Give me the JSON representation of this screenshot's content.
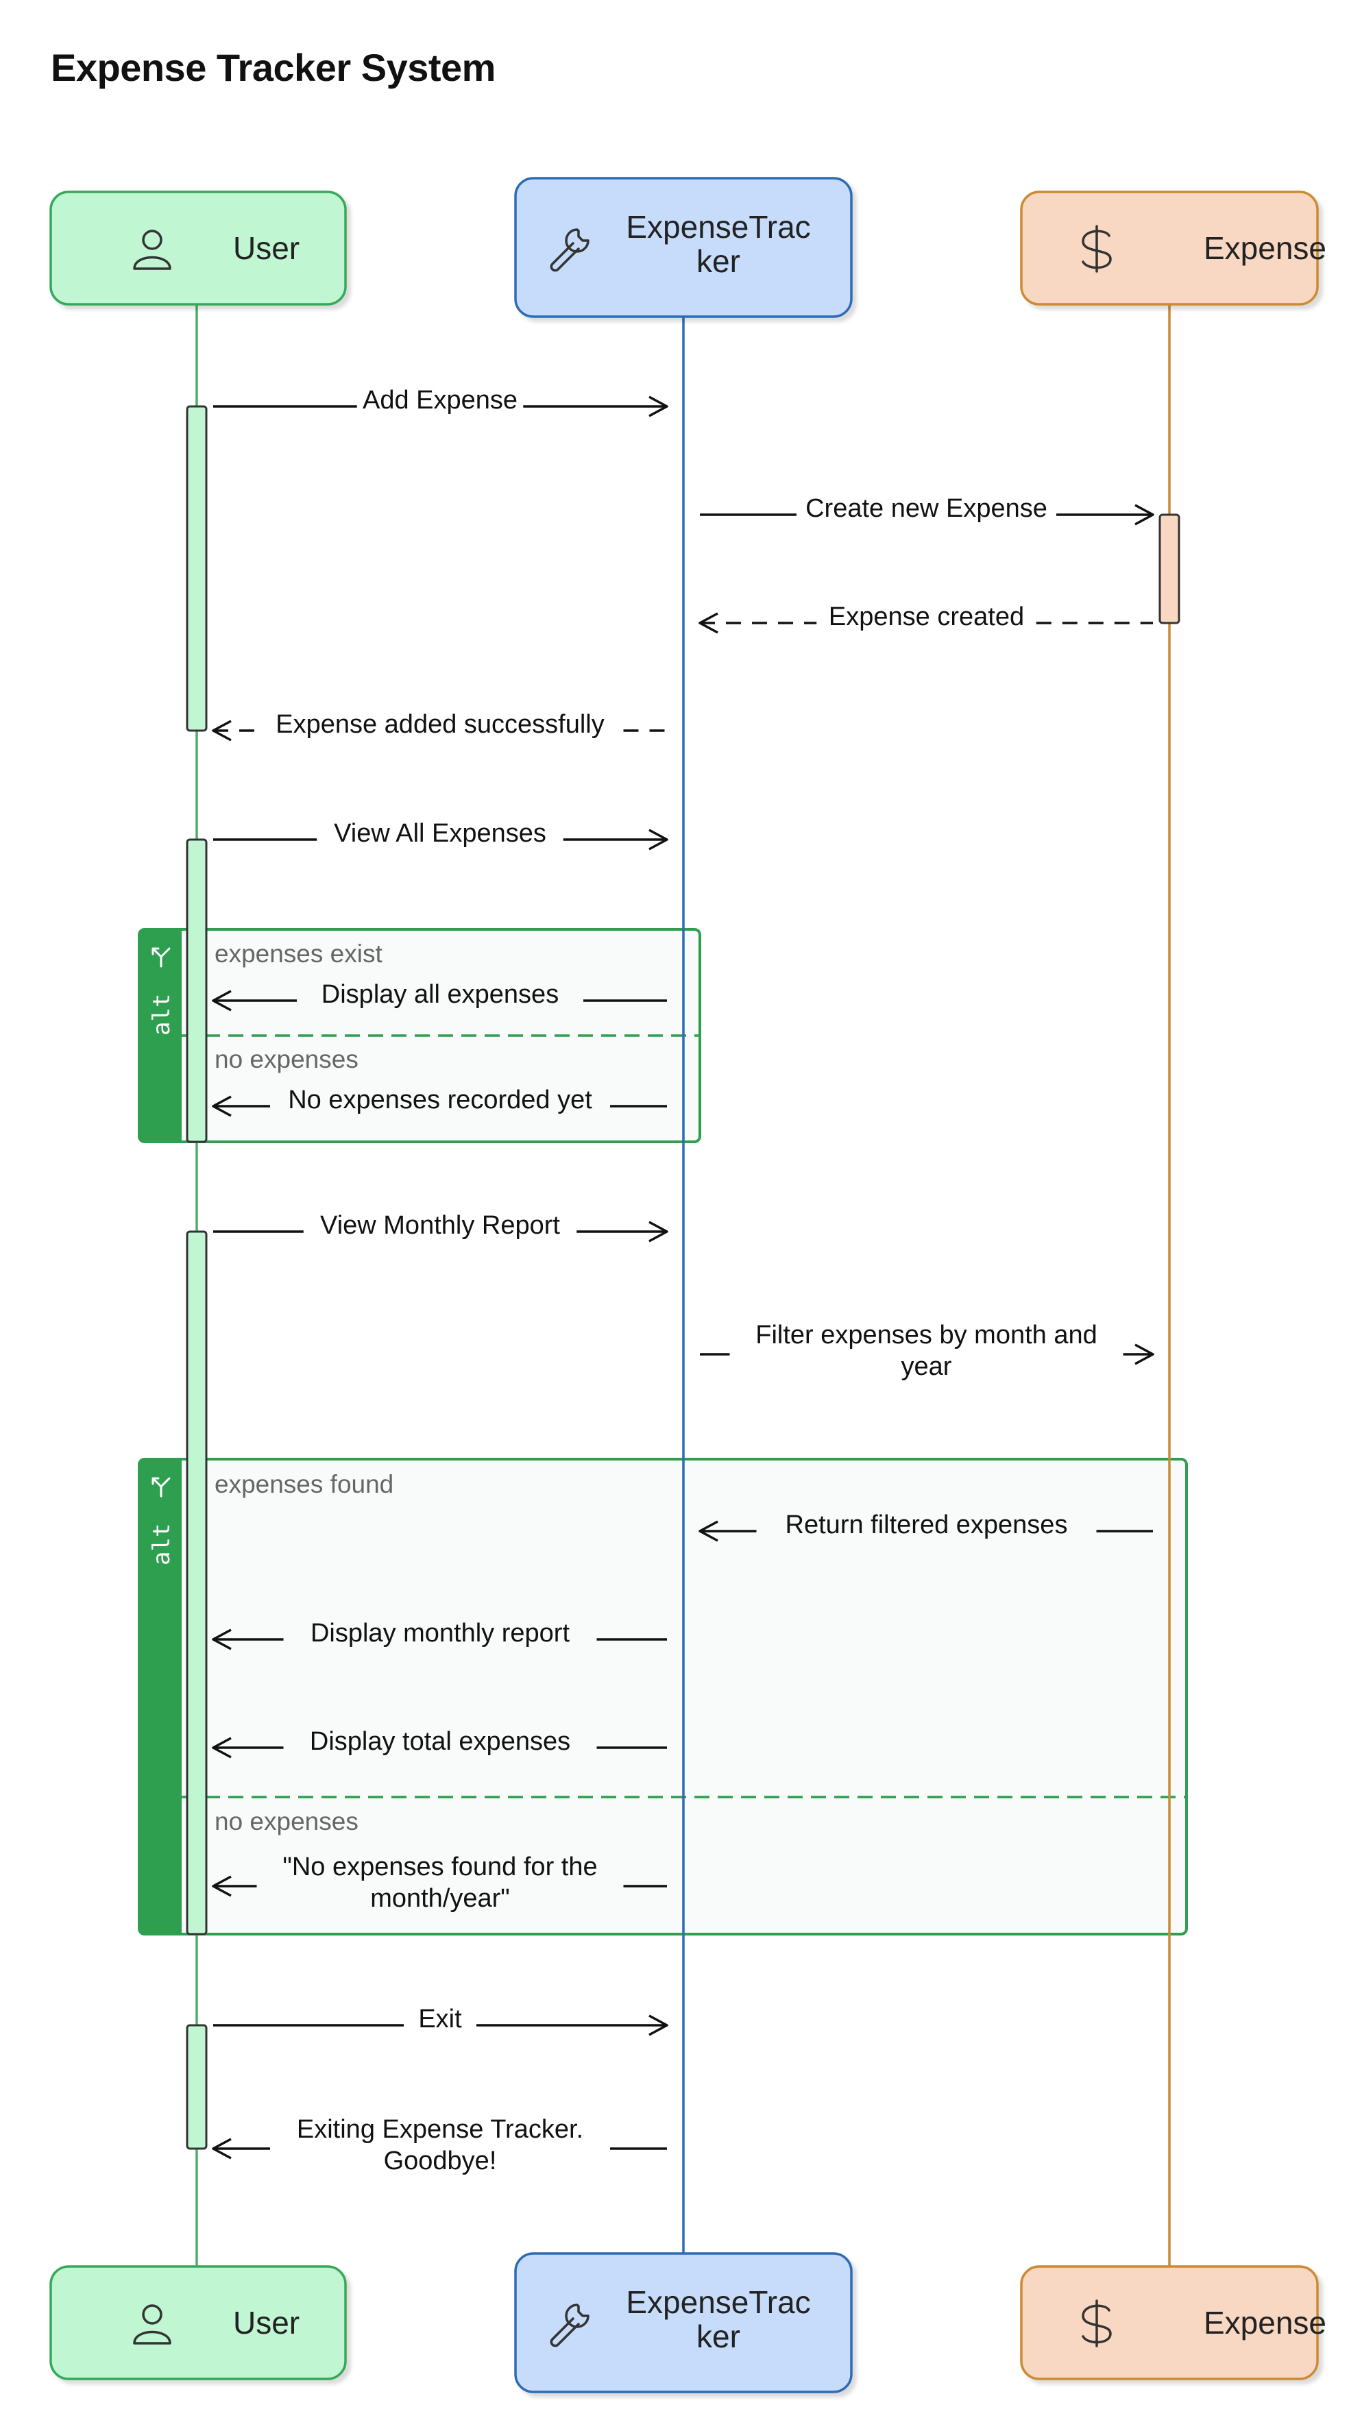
{
  "title": "Expense Tracker System",
  "colors": {
    "user_fill": "#c0f6d1",
    "user_stroke": "#36a85a",
    "user_line": "#4caf67",
    "tracker_fill": "#c6dcfa",
    "tracker_stroke": "#2e6bb6",
    "tracker_line": "#2e6bb6",
    "expense_fill": "#f8d8c2",
    "expense_stroke": "#cc8a33",
    "expense_line": "#c98a35",
    "alt_green": "#2e9e4f",
    "alt_fill": "#f8fbfa"
  },
  "participants": [
    {
      "id": "user",
      "icon": "user-icon",
      "lines": [
        "User"
      ]
    },
    {
      "id": "tracker",
      "icon": "wrench-icon",
      "lines": [
        "ExpenseTrac",
        "ker"
      ]
    },
    {
      "id": "expense",
      "icon": "dollar-icon",
      "lines": [
        "Expense"
      ]
    }
  ],
  "messages": [
    {
      "from": "user",
      "to": "tracker",
      "style": "solid",
      "lines": [
        "Add Expense"
      ]
    },
    {
      "from": "tracker",
      "to": "expense",
      "style": "solid",
      "lines": [
        "Create new Expense"
      ]
    },
    {
      "from": "expense",
      "to": "tracker",
      "style": "dashed",
      "lines": [
        "Expense created"
      ]
    },
    {
      "from": "tracker",
      "to": "user",
      "style": "dashed",
      "lines": [
        "Expense added successfully"
      ]
    },
    {
      "from": "user",
      "to": "tracker",
      "style": "solid",
      "lines": [
        "View All Expenses"
      ]
    },
    {
      "from": "tracker",
      "to": "user",
      "style": "solid",
      "lines": [
        "Display all expenses"
      ]
    },
    {
      "from": "tracker",
      "to": "user",
      "style": "solid",
      "lines": [
        "No expenses recorded yet"
      ]
    },
    {
      "from": "user",
      "to": "tracker",
      "style": "solid",
      "lines": [
        "View Monthly Report"
      ]
    },
    {
      "from": "tracker",
      "to": "expense",
      "style": "solid",
      "lines": [
        "Filter expenses by month and",
        "year"
      ]
    },
    {
      "from": "expense",
      "to": "tracker",
      "style": "solid",
      "lines": [
        "Return filtered expenses"
      ]
    },
    {
      "from": "tracker",
      "to": "user",
      "style": "solid",
      "lines": [
        "Display monthly report"
      ]
    },
    {
      "from": "tracker",
      "to": "user",
      "style": "solid",
      "lines": [
        "Display total expenses"
      ]
    },
    {
      "from": "tracker",
      "to": "user",
      "style": "solid",
      "lines": [
        "\"No expenses found for the",
        "month/year\""
      ]
    },
    {
      "from": "user",
      "to": "tracker",
      "style": "solid",
      "lines": [
        "Exit"
      ]
    },
    {
      "from": "tracker",
      "to": "user",
      "style": "solid",
      "lines": [
        "Exiting Expense Tracker.",
        "Goodbye!"
      ]
    }
  ],
  "alt_blocks": [
    {
      "tag": "alt",
      "guards": [
        "expenses exist",
        "no expenses"
      ]
    },
    {
      "tag": "alt",
      "guards": [
        "expenses found",
        "no expenses"
      ]
    }
  ]
}
